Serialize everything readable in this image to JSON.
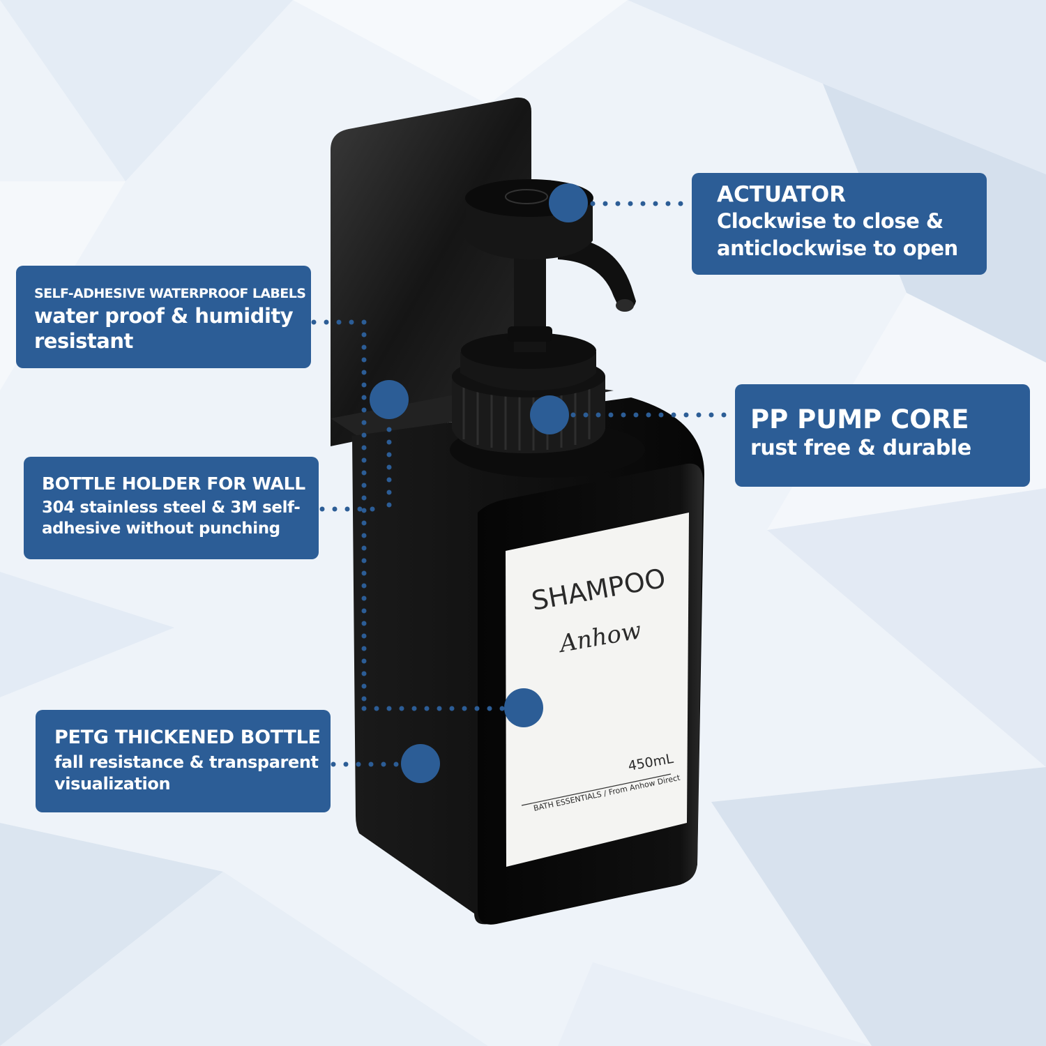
{
  "callouts": {
    "actuator": {
      "title": "ACTUATOR",
      "desc": "Clockwise to close &\nanticlockwise to open"
    },
    "labels": {
      "title": "SELF-ADHESIVE WATERPROOF LABELS",
      "desc": "water proof & humidity\nresistant"
    },
    "pump": {
      "title": "PP PUMP CORE",
      "desc": "rust free & durable"
    },
    "holder": {
      "title": "BOTTLE HOLDER FOR WALL",
      "desc": "304 stainless steel & 3M self-\nadhesive without punching"
    },
    "bottle": {
      "title": "PETG THICKENED BOTTLE",
      "desc": "fall resistance & transparent\nvisualization"
    }
  },
  "product_label": {
    "name": "SHAMPOO",
    "brand": "Anhow",
    "volume": "450mL",
    "tagline": "BATH ESSENTIALS / From Anhow Direct"
  },
  "colors": {
    "callout": "#2c5d96",
    "marker": "#2c5d96",
    "background": "#eef3f9",
    "bottle": "#0b0b0b"
  }
}
